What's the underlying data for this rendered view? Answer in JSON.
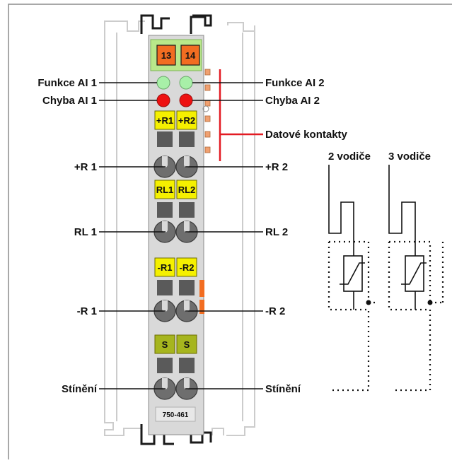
{
  "module": {
    "model": "750-461",
    "top_terminals": [
      "13",
      "14"
    ],
    "slot_labels": [
      "+R1",
      "+R2",
      "RL1",
      "RL2",
      "-R1",
      "-R2",
      "S",
      "S"
    ]
  },
  "labels": {
    "funkce_ai1": "Funkce AI 1",
    "chyba_ai1": "Chyba AI 1",
    "funkce_ai2": "Funkce AI 2",
    "chyba_ai2": "Chyba AI 2",
    "datove_kontakty": "Datové kontakty",
    "r1_plus": "+R 1",
    "r2_plus": "+R 2",
    "rl1": "RL 1",
    "rl2": "RL 2",
    "r1_minus": "-R 1",
    "r2_minus": "-R 2",
    "stineni_left": "Stínění",
    "stineni_right": "Stínění",
    "two_wire": "2 vodiče",
    "three_wire": "3 vodiče"
  },
  "colors": {
    "module_body": "#d9d9d9",
    "rail_ghost": "#c8c8c8",
    "led_function": "#a8f0a8",
    "led_error": "#ee1111",
    "label_yellow": "#f5f000",
    "label_olive": "#a6b51e",
    "terminal_orange": "#f26d21",
    "header_green": "#b9e88a",
    "data_contact_line": "#e31b23",
    "pins_orange": "#f0a070"
  }
}
